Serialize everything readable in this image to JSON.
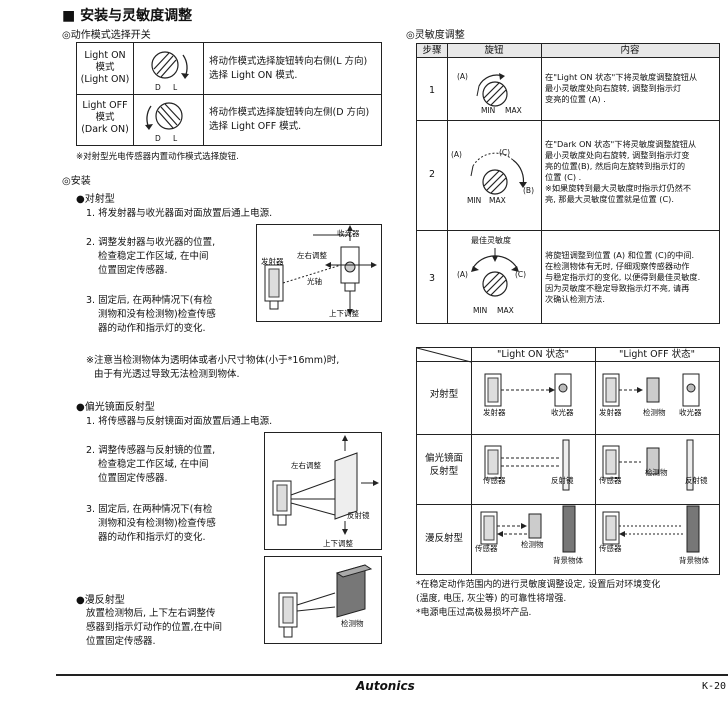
{
  "page": {
    "title": "■ 安装与灵敏度调整",
    "footer_brand": "Autonics",
    "page_number": "K-20"
  },
  "mode_section": {
    "heading": "◎动作模式选择开关",
    "rows": [
      {
        "mode_lines": [
          "Light ON",
          "模式",
          "(Light ON)"
        ],
        "dial_left": "D",
        "dial_right": "L",
        "desc": "将动作模式选择旋钮转向右侧(L 方向) 选择 Light ON 模式."
      },
      {
        "mode_lines": [
          "Light OFF",
          "模式",
          "(Dark ON)"
        ],
        "dial_left": "D",
        "dial_right": "L",
        "desc": "将动作模式选择旋钮转向左侧(D 方向) 选择 Light OFF 模式."
      }
    ],
    "note": "※对射型光电传感器内置动作模式选择旋钮."
  },
  "install_section": {
    "heading": "◎安装",
    "through_beam": {
      "title": "●对射型",
      "step1": "1. 将发射器与收光器面对面放置后通上电源.",
      "step2": [
        "2. 调整发射器与收光器的位置,",
        "检查稳定工作区域, 在中间",
        "位置固定传感器."
      ],
      "step3": [
        "3. 固定后, 在两种情况下(有检",
        "测物和没有检测物)检查传感",
        "器的动作和指示灯的变化."
      ],
      "note": [
        "※注意当检测物体为透明体或者小尺寸物体(小于*16mm)时,",
        "由于有光透过导致无法检测到物体."
      ],
      "fig": {
        "emitter": "发射器",
        "receiver": "收光器",
        "lr": "左右调整",
        "axis": "光轴",
        "ud": "上下调整"
      }
    },
    "retro": {
      "title": "●偏光镜面反射型",
      "step1": "1. 将传感器与反射镜面对面放置后通上电源.",
      "step2": [
        "2. 调整传感器与反射镜的位置,",
        "检查稳定工作区域, 在中间",
        "位置固定传感器."
      ],
      "step3": [
        "3. 固定后, 在两种情况下(有检",
        "测物和没有检测物)检查传感",
        "器的动作和指示灯的变化."
      ],
      "fig": {
        "lr": "左右调整",
        "mirror": "反射镜",
        "ud": "上下调整"
      }
    },
    "diffuse": {
      "title": "●漫反射型",
      "text": [
        "放置检测物后, 上下左右调整传",
        "感器到指示灯动作的位置,在中间",
        "位置固定传感器."
      ],
      "fig": {
        "object": "检测物"
      }
    }
  },
  "sensitivity": {
    "heading": "◎灵敏度调整",
    "headers": [
      "步骤",
      "旋钮",
      "内容"
    ],
    "rows": [
      {
        "step": "1",
        "labels": [
          "(A)",
          "MIN",
          "MAX"
        ],
        "content": [
          "在\"Light ON 状态\"下将灵敏度调整旋钮从",
          "最小灵敏度处向右旋转, 调整到指示灯",
          "变亮的位置 (A) ."
        ]
      },
      {
        "step": "2",
        "labels": [
          "(A)",
          "(C)",
          "MIN",
          "MAX",
          "(B)"
        ],
        "content": [
          "在\"Dark ON 状态\"下将灵敏度调整旋钮从",
          "最小灵敏度处向右旋转, 调整到指示灯变",
          "亮的位置(B), 然后向左旋转到指示灯的",
          "位置 (C) .",
          "※如果旋转到最大灵敏度时指示灯仍然不",
          "亮, 那最大灵敏度位置就是位置 (C)."
        ]
      },
      {
        "step": "3",
        "labels": [
          "最佳灵敏度",
          "(A)",
          "(C)",
          "MIN",
          "MAX"
        ],
        "content": [
          "将旋钮调整到位置 (A) 和位置 (C)的中间.",
          "在检测物体有无时, 仔细观察传感器动作",
          "与稳定指示灯的变化, 以便得到最佳灵敏度.",
          "因为灵敏度不稳定导致指示灯不亮, 请再",
          "次确认检测方法."
        ]
      }
    ]
  },
  "states": {
    "headers": [
      "\"Light ON 状态\"",
      "\"Light OFF 状态\""
    ],
    "rows": [
      {
        "label": [
          "对射型"
        ],
        "left": [
          "发射器",
          "收光器"
        ],
        "right": [
          "发射器",
          "检测物",
          "收光器"
        ]
      },
      {
        "label": [
          "偏光镜面",
          "反射型"
        ],
        "left": [
          "传感器",
          "反射镜"
        ],
        "right": [
          "传感器",
          "检测物",
          "反射镜"
        ]
      },
      {
        "label": [
          "漫反射型"
        ],
        "left": [
          "传感器",
          "检测物",
          "背景物体"
        ],
        "right": [
          "传感器",
          "背景物体"
        ]
      }
    ],
    "notes": [
      "*在稳定动作范围内的进行灵敏度调整设定, 设置后对环境变化",
      "(温度, 电压, 灰尘等) 的可靠性将增强.",
      "*电源电压过高极易损坏产品."
    ]
  }
}
